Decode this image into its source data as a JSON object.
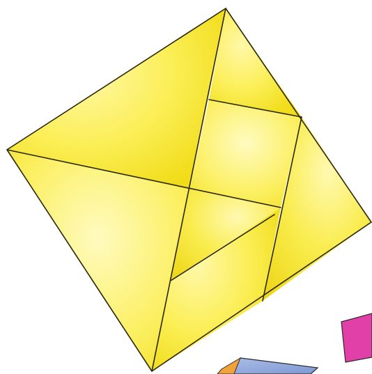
{
  "scene": {
    "background_color": "#ffffff",
    "tangram": {
      "fill_color_light": "#fff8a8",
      "fill_color_mid": "#fbee55",
      "fill_color_dark": "#f0dc18",
      "outline_color": "#2a2608",
      "piece_count": 7
    },
    "corner_shapes": [
      {
        "name": "magenta-parallelogram",
        "color": "#e040a8"
      },
      {
        "name": "blue-shape",
        "color": "#8da6dc"
      },
      {
        "name": "orange-edge",
        "color": "#f2a23a"
      }
    ]
  }
}
